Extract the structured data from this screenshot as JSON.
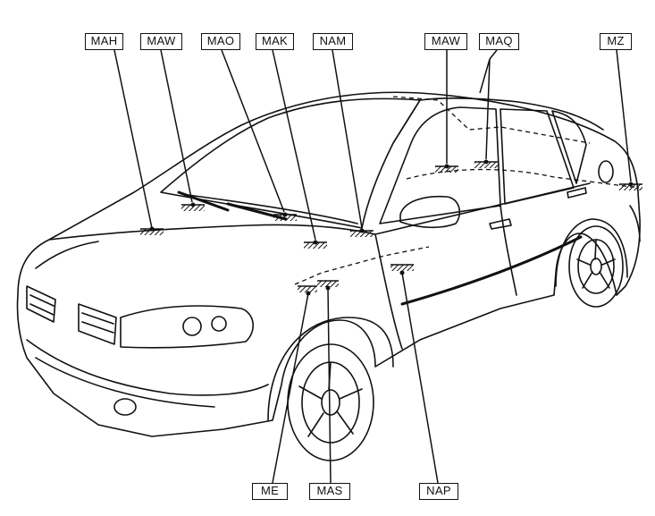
{
  "diagram": {
    "labels": {
      "mah": "MAH",
      "maw_front": "MAW",
      "mao": "MAO",
      "mak": "MAK",
      "nam": "NAM",
      "maw_rear": "MAW",
      "maq": "MAQ",
      "mz": "MZ",
      "me": "ME",
      "mas": "MAS",
      "nap": "NAP"
    }
  }
}
